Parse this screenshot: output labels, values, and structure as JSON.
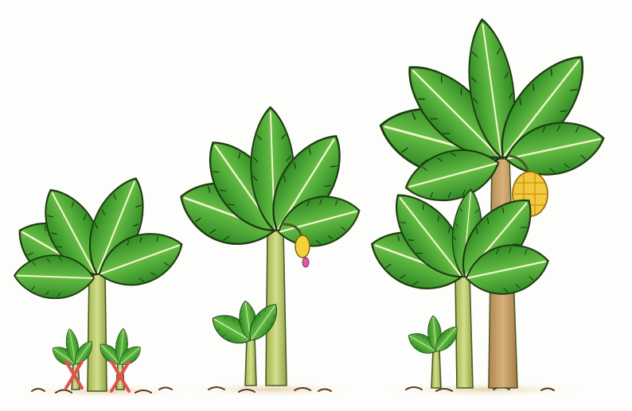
{
  "scene": {
    "description_labels": [],
    "colors": {
      "leaf": "#3f9a2e",
      "leaf_light": "#6cc24a",
      "leaf_outline": "#1f3a12",
      "trunk": "#b9c86a",
      "trunk_old": "#c9a66b",
      "fruit": "#f2d23a",
      "flower": "#e05aa8",
      "soil": "#d8c39a",
      "remove_mark": "#e05050"
    },
    "stages": [
      {
        "name": "stage-1",
        "suckers": 2,
        "suckers_removed": 2,
        "fruit": false
      },
      {
        "name": "stage-2",
        "suckers": 1,
        "suckers_removed": 0,
        "fruit": "young-bunch"
      },
      {
        "name": "stage-3",
        "suckers": 2,
        "suckers_removed": 0,
        "fruit": "mature-bunch"
      }
    ]
  }
}
